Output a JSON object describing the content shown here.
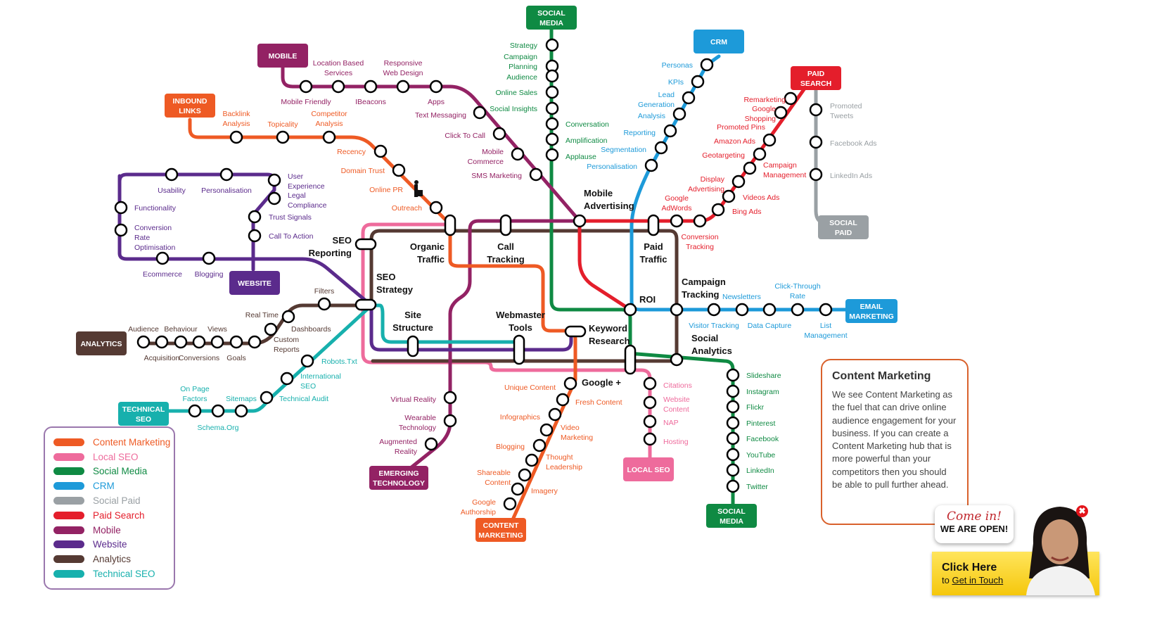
{
  "colors": {
    "content_marketing": "#ee5a24",
    "local_seo": "#ee6b9c",
    "social_media": "#0f8a43",
    "crm": "#1d9ad9",
    "social_paid": "#9aa0a4",
    "paid_search": "#e41e2b",
    "mobile": "#932264",
    "website": "#5b2b8c",
    "analytics": "#553a33",
    "technical_seo": "#17b0ad"
  },
  "terminals": {
    "social_media_top": "SOCIAL\nMEDIA",
    "crm": "CRM",
    "paid_search": "PAID\nSEARCH",
    "mobile": "MOBILE",
    "inbound_links": "INBOUND\nLINKS",
    "website": "WEBSITE",
    "analytics": "ANALYTICS",
    "technical_seo": "TECHNICAL\nSEO",
    "emerging_technology": "EMERGING\nTECHNOLOGY",
    "content_marketing": "CONTENT\nMARKETING",
    "local_seo": "LOCAL SEO",
    "social_media_bottom": "SOCIAL\nMEDIA",
    "social_paid": "SOCIAL\nPAID",
    "email_marketing": "EMAIL\nMARKETING"
  },
  "hubs": {
    "seo_reporting": "SEO\nReporting",
    "organic_traffic": "Organic\nTraffic",
    "call_tracking": "Call\nTracking",
    "mobile_advertising": "Mobile\nAdvertising",
    "paid_traffic": "Paid\nTraffic",
    "seo_strategy": "SEO\nStrategy",
    "site_structure": "Site\nStructure",
    "webmaster_tools": "Webmaster\nTools",
    "keyword_research": "Keyword\nResearch",
    "roi": "ROI",
    "campaign_tracking": "Campaign\nTracking",
    "social_analytics": "Social\nAnalytics",
    "google_plus": "Google +"
  },
  "stations": {
    "social_media": [
      "Strategy",
      "Campaign\nPlanning",
      "Audience",
      "Online Sales",
      "Social Insights",
      "Conversation",
      "Amplification",
      "Applause"
    ],
    "crm": [
      "Personas",
      "KPIs",
      "Lead\nGeneration",
      "Analysis",
      "Reporting",
      "Segmentation",
      "Personalisation"
    ],
    "paid_search": [
      "Remarketing",
      "Google\nShopping",
      "Promoted Pins",
      "Amazon Ads",
      "Geotargeting",
      "Campaign\nManagement",
      "Display\nAdvertising",
      "Videos Ads",
      "Google\nAdWords",
      "Bing Ads",
      "Conversion\nTracking"
    ],
    "social_paid": [
      "Promoted\nTweets",
      "Facebook Ads",
      "LinkedIn Ads"
    ],
    "mobile": [
      "Location Based\nServices",
      "Responsive\nWeb Design",
      "Mobile Friendly",
      "IBeacons",
      "Apps",
      "Text Messaging",
      "Click To Call",
      "Mobile\nCommerce",
      "SMS Marketing"
    ],
    "inbound_links": [
      "Backlink\nAnalysis",
      "Topicality",
      "Competitor\nAnalysis",
      "Recency",
      "Domain Trust",
      "Online PR",
      "Outreach"
    ],
    "website": [
      "Usability",
      "Personalisation",
      "User\nExperience",
      "Legal\nCompliance",
      "Functionality",
      "Trust Signals",
      "Call To Action",
      "Conversion\nRate\nOptimisation",
      "Ecommerce",
      "Blogging"
    ],
    "analytics": [
      "Filters",
      "Real Time",
      "Audience",
      "Behaviour",
      "Views",
      "Dashboards",
      "Custom\nReports",
      "Acquisition",
      "Conversions",
      "Goals"
    ],
    "technical_seo": [
      "Robots.Txt",
      "International\nSEO",
      "On Page\nFactors",
      "Sitemaps",
      "Technical Audit",
      "Schema.Org"
    ],
    "emerging_technology": [
      "Virtual Reality",
      "Wearable\nTechnology",
      "Augmented\nReality"
    ],
    "content_marketing": [
      "Unique Content",
      "Fresh Content",
      "Infographics",
      "Video\nMarketing",
      "Blogging",
      "Thought\nLeadership",
      "Shareable\nContent",
      "Imagery",
      "Google\nAuthorship"
    ],
    "local_seo": [
      "Citations",
      "Website\nContent",
      "NAP",
      "Hosting"
    ],
    "social_media_networks": [
      "Slideshare",
      "Instagram",
      "Flickr",
      "Pinterest",
      "Facebook",
      "YouTube",
      "LinkedIn",
      "Twitter"
    ],
    "email_marketing": [
      "Newsletters",
      "Click-Through\nRate",
      "Visitor Tracking",
      "Data Capture",
      "List\nManagement"
    ]
  },
  "legend": [
    {
      "label": "Content Marketing",
      "color": "#ee5a24"
    },
    {
      "label": "Local SEO",
      "color": "#ee6b9c"
    },
    {
      "label": "Social Media",
      "color": "#0f8a43"
    },
    {
      "label": "CRM",
      "color": "#1d9ad9"
    },
    {
      "label": "Social Paid",
      "color": "#9aa0a4"
    },
    {
      "label": "Paid Search",
      "color": "#e41e2b"
    },
    {
      "label": "Mobile",
      "color": "#932264"
    },
    {
      "label": "Website",
      "color": "#5b2b8c"
    },
    {
      "label": "Analytics",
      "color": "#553a33"
    },
    {
      "label": "Technical SEO",
      "color": "#17b0ad"
    }
  ],
  "info_panel": {
    "title": "Content Marketing",
    "body": "We see Content Marketing as the fuel that can drive online audience engagement for your business. If you can create a Content Marketing hub that is more powerful than your competitors then you should be able to pull further ahead."
  },
  "cta": {
    "come_in": "Come in!",
    "we_are_open": "WE ARE OPEN!",
    "click_here": "Click Here",
    "to": "to ",
    "get_in_touch": "Get in Touch",
    "close": "✖"
  }
}
